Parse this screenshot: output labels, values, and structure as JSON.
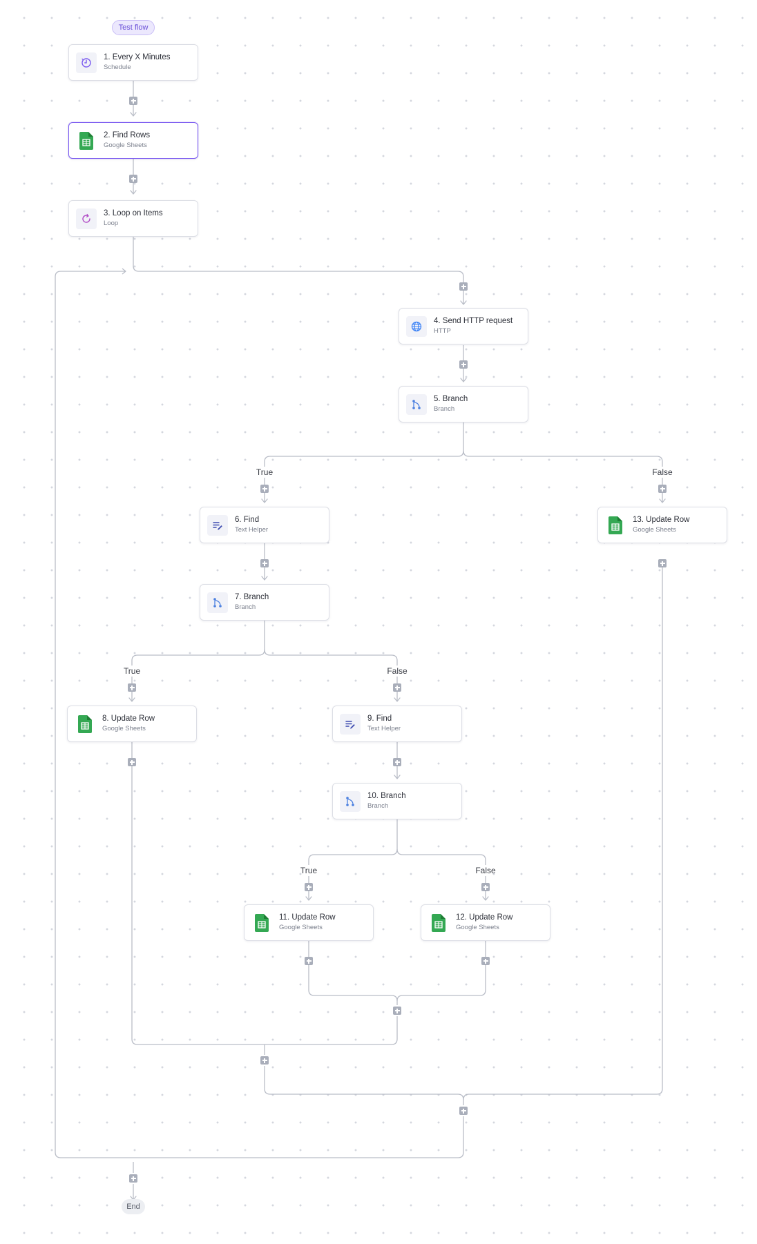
{
  "test_flow_label": "Test flow",
  "end_label": "End",
  "nodes": {
    "n1": {
      "title": "1. Every X Minutes",
      "subtitle": "Schedule",
      "icon": "schedule-icon"
    },
    "n2": {
      "title": "2. Find Rows",
      "subtitle": "Google Sheets",
      "icon": "google-sheets-icon"
    },
    "n3": {
      "title": "3. Loop on Items",
      "subtitle": "Loop",
      "icon": "loop-icon"
    },
    "n4": {
      "title": "4. Send HTTP request",
      "subtitle": "HTTP",
      "icon": "globe-icon"
    },
    "n5": {
      "title": "5. Branch",
      "subtitle": "Branch",
      "icon": "branch-icon"
    },
    "n6": {
      "title": "6. Find",
      "subtitle": "Text Helper",
      "icon": "text-helper-icon"
    },
    "n7": {
      "title": "7. Branch",
      "subtitle": "Branch",
      "icon": "branch-icon"
    },
    "n8": {
      "title": "8. Update Row",
      "subtitle": "Google Sheets",
      "icon": "google-sheets-icon"
    },
    "n9": {
      "title": "9. Find",
      "subtitle": "Text Helper",
      "icon": "text-helper-icon"
    },
    "n10": {
      "title": "10. Branch",
      "subtitle": "Branch",
      "icon": "branch-icon"
    },
    "n11": {
      "title": "11. Update Row",
      "subtitle": "Google Sheets",
      "icon": "google-sheets-icon"
    },
    "n12": {
      "title": "12. Update Row",
      "subtitle": "Google Sheets",
      "icon": "google-sheets-icon"
    },
    "n13": {
      "title": "13. Update Row",
      "subtitle": "Google Sheets",
      "icon": "google-sheets-icon"
    }
  },
  "branch_labels": {
    "true": "True",
    "false": "False"
  },
  "selected_node": "2. Find Rows",
  "colors": {
    "accent": "#7c5cf0",
    "sheets_green": "#34a853",
    "connector": "#b9bdc7",
    "plus_button": "#a9aeba"
  }
}
